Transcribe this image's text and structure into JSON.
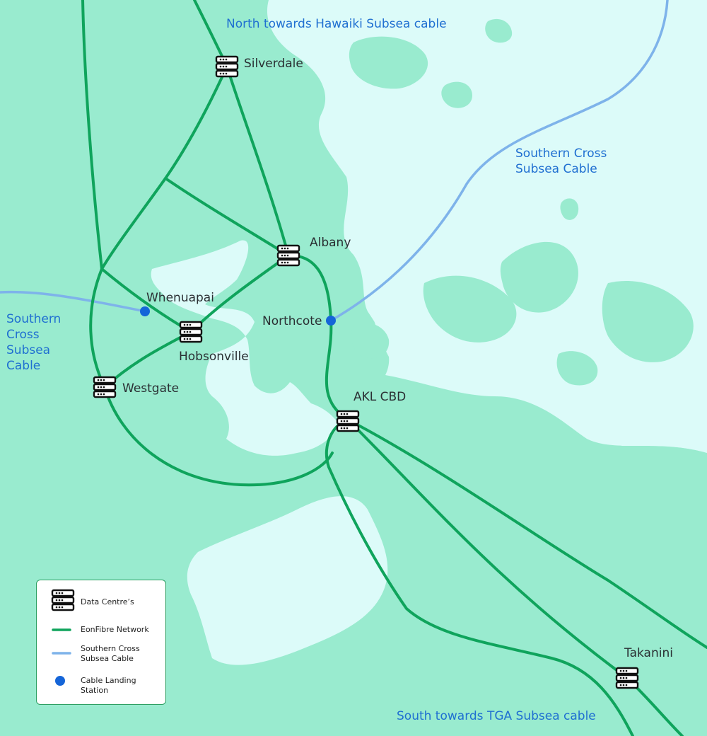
{
  "colors": {
    "water": "#dcfbf9",
    "land": "#99ebcf",
    "network": "#0fa45c",
    "subsea": "#7eb3ea",
    "station": "#1565d8",
    "cable_text": "#1f6fd1",
    "text": "#2a2f33"
  },
  "cable_labels": {
    "north": "North towards Hawaiki Subsea cable",
    "southern_cross_east_line1": "Southern Cross",
    "southern_cross_east_line2": "Subsea Cable",
    "southern_cross_west_line1": "Southern",
    "southern_cross_west_line2": "Cross",
    "southern_cross_west_line3": "Subsea",
    "southern_cross_west_line4": "Cable",
    "south": "South towards TGA Subsea cable"
  },
  "data_centres": {
    "silverdale": "Silverdale",
    "albany": "Albany",
    "hobsonville": "Hobsonville",
    "westgate": "Westgate",
    "akl_cbd": "AKL CBD",
    "takanini": "Takanini"
  },
  "landing_stations": {
    "whenuapai": "Whenuapai",
    "northcote": "Northcote"
  },
  "icons": {
    "data_centre": "server-rack-icon",
    "landing_station": "blue-dot-icon"
  },
  "legend": {
    "data_centre": "Data Centre’s",
    "network": "EonFibre Network",
    "subsea_line1": "Southern Cross",
    "subsea_line2": "Subsea Cable",
    "station_line1": "Cable Landing",
    "station_line2": "Station"
  }
}
